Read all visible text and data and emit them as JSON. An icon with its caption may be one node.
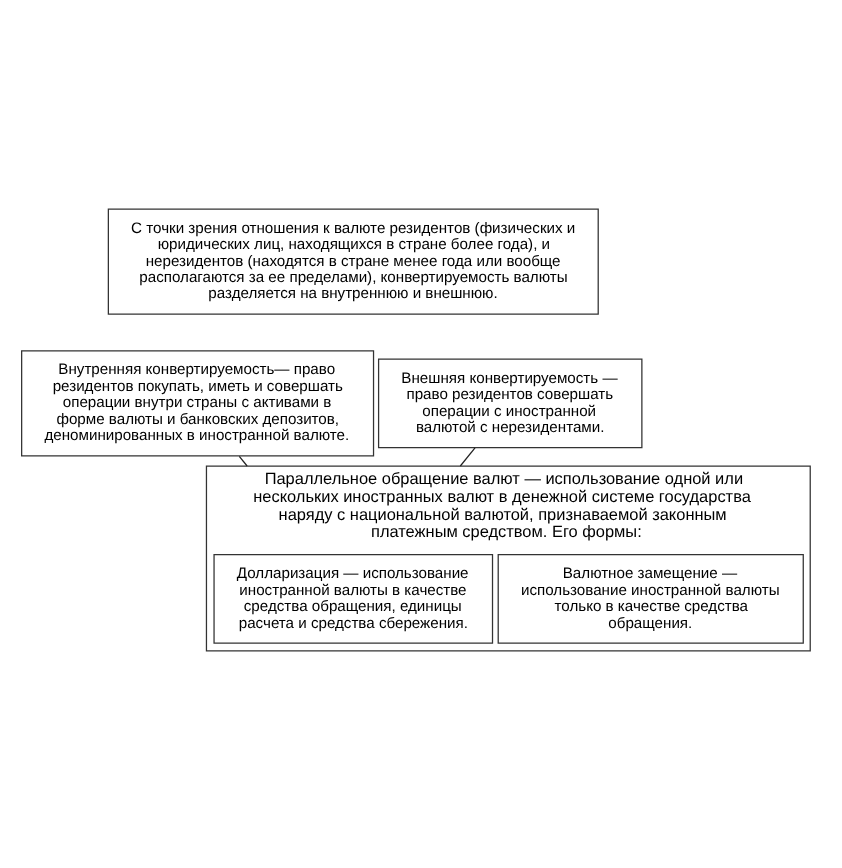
{
  "diagram": {
    "nodes": [
      {
        "text": [
          "С точки зрения отношения к валюте резидентов (физических и юридических лиц, находящихся в стране более года), и нерезидентов (находятся в стране менее года или вообще располагаются за ее пределами), конвертируемость валюты разделяется на внутреннюю и внешнюю."
        ]
      },
      {
        "text": [
          "Внутренняя конвертируемость— право резидентов покупать, иметь и совершать операции внутри страны с активами в форме валюты и банковских депозитов, деноминированных в иностранной валюте."
        ]
      },
      {
        "text": [
          "Внешняя конвертируемость — право резидентов совершать операции с иностранной валютой с нерезидентами."
        ]
      },
      {
        "text": [
          "Параллельное обращение валют — использование одной или нескольких иностранных валют в денежной системе государства наряду с национальной валютой, признаваемой законным платежным средством. Его формы:"
        ]
      },
      {
        "text": [
          "Долларизация — использование иностранной валюты в качестве средства обращения, единицы расчета и средства сбережения."
        ],
        "in": 3
      },
      {
        "text": [
          "Валютное замещение — использование иностранной валюты только в качестве средства обращения."
        ],
        "in": 3
      }
    ],
    "edges": [
      {
        "from": 1,
        "to": 3,
        "arrow": "none"
      },
      {
        "from": 2,
        "to": 3,
        "arrow": "none"
      }
    ]
  }
}
